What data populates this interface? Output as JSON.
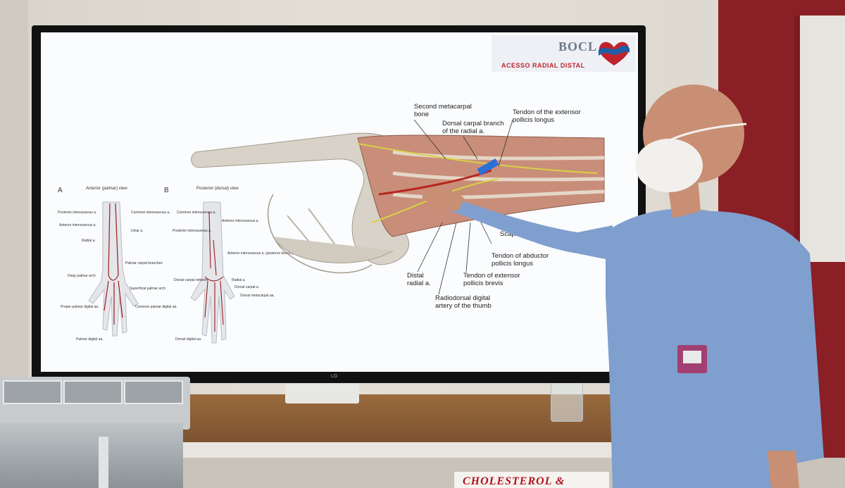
{
  "screen": {
    "logo": {
      "mark": "BOCL",
      "caption": "ACESSO RADIAL DISTAL"
    },
    "panel_a": {
      "letter": "A",
      "title": "Anterior (palmar) view",
      "labels": [
        "Posterior interosseous a.",
        "Anterior interosseous a.",
        "Radial a.",
        "Deep palmar arch",
        "Proper palmar digital aa.",
        "Palmar digital aa.",
        "Common interosseous a.",
        "Ulnar a.",
        "Palmar carpal branches",
        "Superficial palmar arch",
        "Common palmar digital aa."
      ]
    },
    "panel_b": {
      "letter": "B",
      "title": "Posterior (dorsal) view",
      "labels": [
        "Common interosseous a.",
        "Posterior interosseous a.",
        "Dorsal carpal network",
        "Dorsal digital aa.",
        "Anterior interosseous a.",
        "Anterior interosseous a. (posterior branch)",
        "Radial a.",
        "Dorsal carpal a.",
        "Dorsal metacarpal aa."
      ]
    },
    "main_labels": {
      "second_metacarpal": "Second metacarpal\nbone",
      "dorsal_carpal_branch": "Dorsal carpal branch\nof the radial a.",
      "tendon_extensor_longus": "Tendon of the extensor\npollicis longus",
      "scaphoid": "Scaphoid",
      "tendon_abductor": "Tendon of abductor\npollicis longus",
      "tendon_extensor_brevis": "Tendon of extensor\npollicis brevis",
      "distal_radial": "Distal\nradial a.",
      "radiodorsal": "Radiodorsal digital\nartery of the thumb"
    },
    "tv_brand": "LG"
  },
  "banner": {
    "text": "CHOLESTEROL &"
  }
}
